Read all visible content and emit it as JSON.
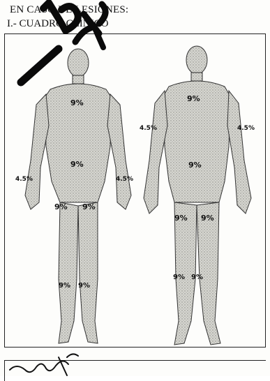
{
  "header": {
    "line1": "EN CASO DE LESIONES:",
    "line2": "I.- CUADRO CLINICO"
  },
  "front_labels": {
    "chest": "9%",
    "abdomen": "9%",
    "right_arm": "4.5%",
    "left_arm": "4.5%",
    "right_thigh": "9%",
    "left_thigh": "9%",
    "right_leg": "9%",
    "left_leg": "9%"
  },
  "back_labels": {
    "upper_back": "9%",
    "right_arm": "4.5%",
    "left_arm": "4.5%",
    "lower_back": "9%",
    "right_thigh": "9%",
    "left_thigh": "9%",
    "right_leg": "9%",
    "left_leg": "9%"
  },
  "colors": {
    "ink": "#111111",
    "stamp": "#0a0a0a",
    "body_fill": "#cfcfc8"
  }
}
